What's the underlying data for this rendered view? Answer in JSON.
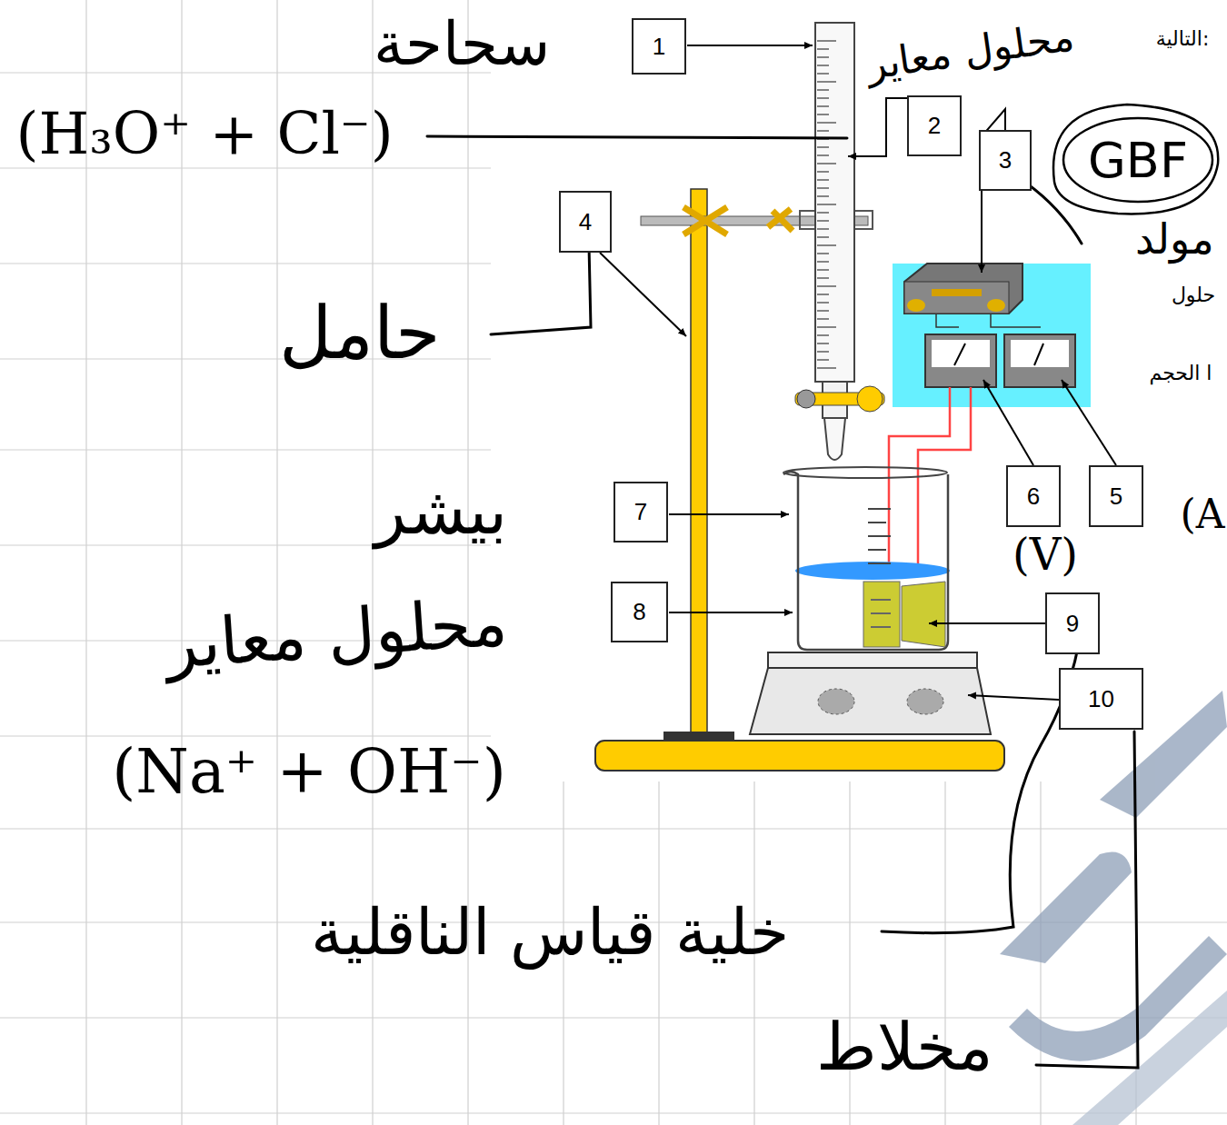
{
  "diagram": {
    "nodes": [
      {
        "text": [
          "1"
        ]
      },
      {
        "text": [
          "2"
        ]
      },
      {
        "text": [
          "3"
        ]
      },
      {
        "text": [
          "GBF"
        ]
      },
      {
        "text": [
          "4"
        ]
      },
      {
        "text": [
          "5"
        ]
      },
      {
        "text": [
          "6"
        ]
      },
      {
        "text": [
          "7"
        ]
      },
      {
        "text": [
          "8"
        ]
      },
      {
        "text": [
          "9"
        ]
      },
      {
        "text": [
          "10"
        ]
      }
    ],
    "labels": [
      "سحاحة",
      "محلول معاير",
      "(H₃O⁺ + Cl⁻)",
      "التالية:",
      "مولد",
      "حلول",
      "حامل",
      "ا الحجم",
      "(V)",
      "(A",
      "بيشر",
      "محلول معاير",
      "(Na⁺ + OH⁻)",
      "خلية قياس الناقلية",
      "مخلاط"
    ]
  }
}
